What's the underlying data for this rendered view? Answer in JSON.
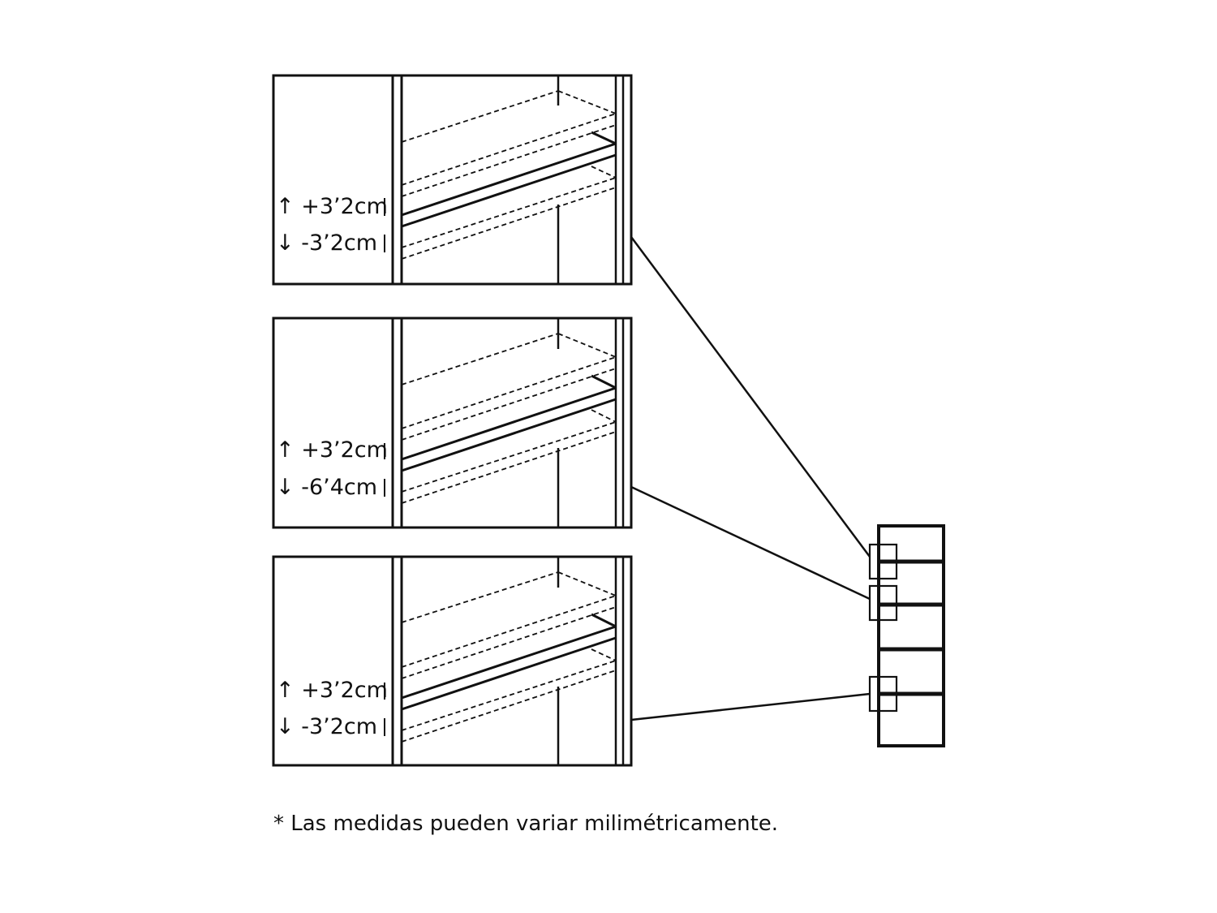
{
  "panels": [
    {
      "up": "↑ +3’2cm",
      "down": "↓  -3’2cm"
    },
    {
      "up": "↑ +3’2cm",
      "down": "↓  -6’4cm"
    },
    {
      "up": "↑ +3’2cm",
      "down": "↓  -3’2cm"
    }
  ],
  "footnote": "* Las medidas pueden variar milimétricamente.",
  "colors": {
    "ink": "#111111",
    "background": "#ffffff"
  }
}
